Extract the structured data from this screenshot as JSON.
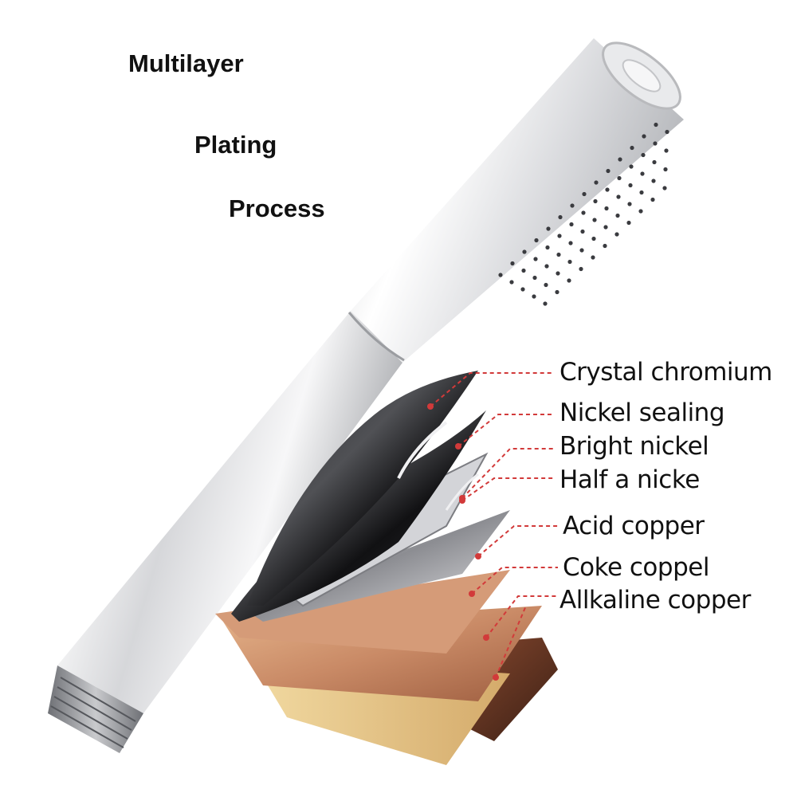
{
  "title": {
    "line1": "Multilayer",
    "line2": "Plating",
    "line3": "Process"
  },
  "layers": [
    {
      "label": "Crystal chromium"
    },
    {
      "label": "Nickel sealing"
    },
    {
      "label": "Bright nickel"
    },
    {
      "label": "Half a nicke"
    },
    {
      "label": "Acid copper"
    },
    {
      "label": "Coke coppel"
    },
    {
      "label": "Allkaline copper"
    }
  ],
  "colors": {
    "leader_line": "#d23a3a",
    "chrome_dark": "#2b2b2e",
    "chrome_light": "#f4f4f6",
    "copper": "#c98a66",
    "copper_light": "#e6b58c",
    "brass": "#e8c983"
  }
}
